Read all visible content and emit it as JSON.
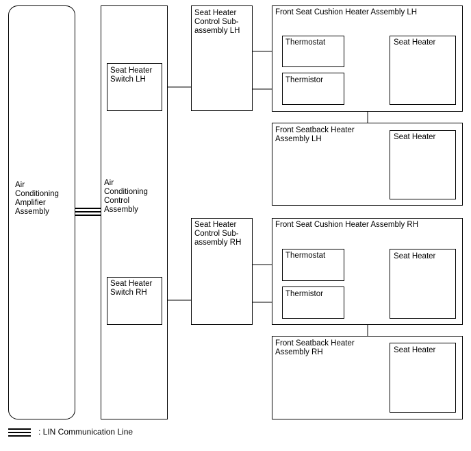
{
  "amplifier": {
    "label": "Air\nConditioning\nAmplifier\nAssembly"
  },
  "control_assembly": {
    "label": "Air\nConditioning\nControl\nAssembly"
  },
  "switch_lh": {
    "label": "Seat Heater\nSwitch LH"
  },
  "switch_rh": {
    "label": "Seat Heater\nSwitch RH"
  },
  "control_sub_lh": {
    "label": "Seat Heater\nControl Sub-\nassembly LH"
  },
  "control_sub_rh": {
    "label": "Seat Heater\nControl Sub-\nassembly RH"
  },
  "cushion_lh": {
    "title": "Front Seat Cushion Heater Assembly LH",
    "thermostat": "Thermostat",
    "thermistor": "Thermistor",
    "seat_heater": "Seat Heater"
  },
  "seatback_lh": {
    "title": "Front Seatback Heater\nAssembly LH",
    "seat_heater": "Seat Heater"
  },
  "cushion_rh": {
    "title": "Front Seat Cushion Heater Assembly RH",
    "thermostat": "Thermostat",
    "thermistor": "Thermistor",
    "seat_heater": "Seat Heater"
  },
  "seatback_rh": {
    "title": "Front Seatback Heater\nAssembly RH",
    "seat_heater": "Seat Heater"
  },
  "legend": {
    "label": ": LIN Communication Line"
  }
}
